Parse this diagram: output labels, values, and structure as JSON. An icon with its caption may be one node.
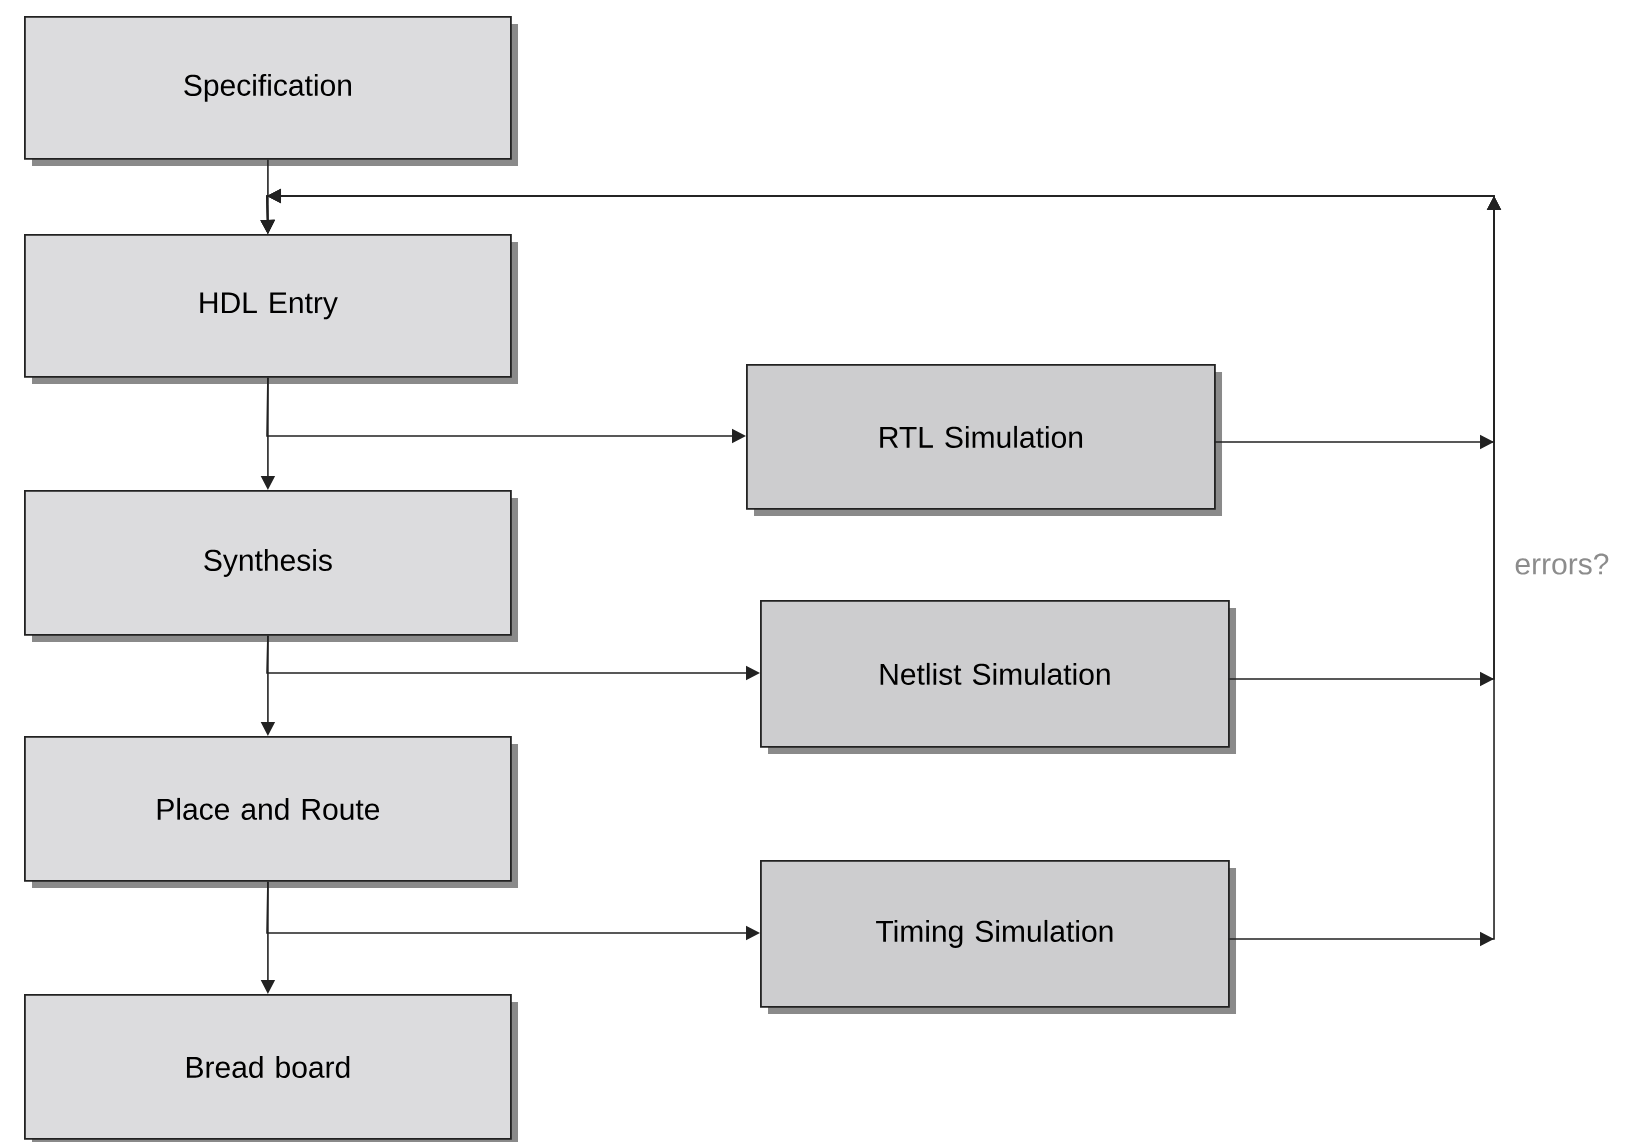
{
  "diagram": {
    "nodes": [
      {
        "text": [
          "Specification"
        ]
      },
      {
        "text": [
          "HDL Entry"
        ]
      },
      {
        "text": [
          "Synthesis"
        ]
      },
      {
        "text": [
          "Place and Route"
        ]
      },
      {
        "text": [
          "Bread board"
        ]
      },
      {
        "text": [
          "RTL Simulation"
        ]
      },
      {
        "text": [
          "Netlist Simulation"
        ]
      },
      {
        "text": [
          "Timing Simulation"
        ]
      }
    ],
    "edges": [
      {
        "from": 0,
        "to": 1,
        "arrow": "to"
      },
      {
        "from": 1,
        "to": 2,
        "arrow": "to"
      },
      {
        "from": 1,
        "to": 5,
        "arrow": "to"
      },
      {
        "from": 2,
        "to": 3,
        "arrow": "to"
      },
      {
        "from": 2,
        "to": 6,
        "arrow": "to"
      },
      {
        "from": 3,
        "to": 4,
        "arrow": "to"
      },
      {
        "from": 3,
        "to": 7,
        "arrow": "to"
      },
      {
        "from": 5,
        "to": 1,
        "arrow": "to"
      },
      {
        "from": 6,
        "to": 1,
        "arrow": "to"
      },
      {
        "from": 7,
        "to": 1,
        "arrow": "to"
      }
    ],
    "labels": [
      "errors?"
    ]
  }
}
